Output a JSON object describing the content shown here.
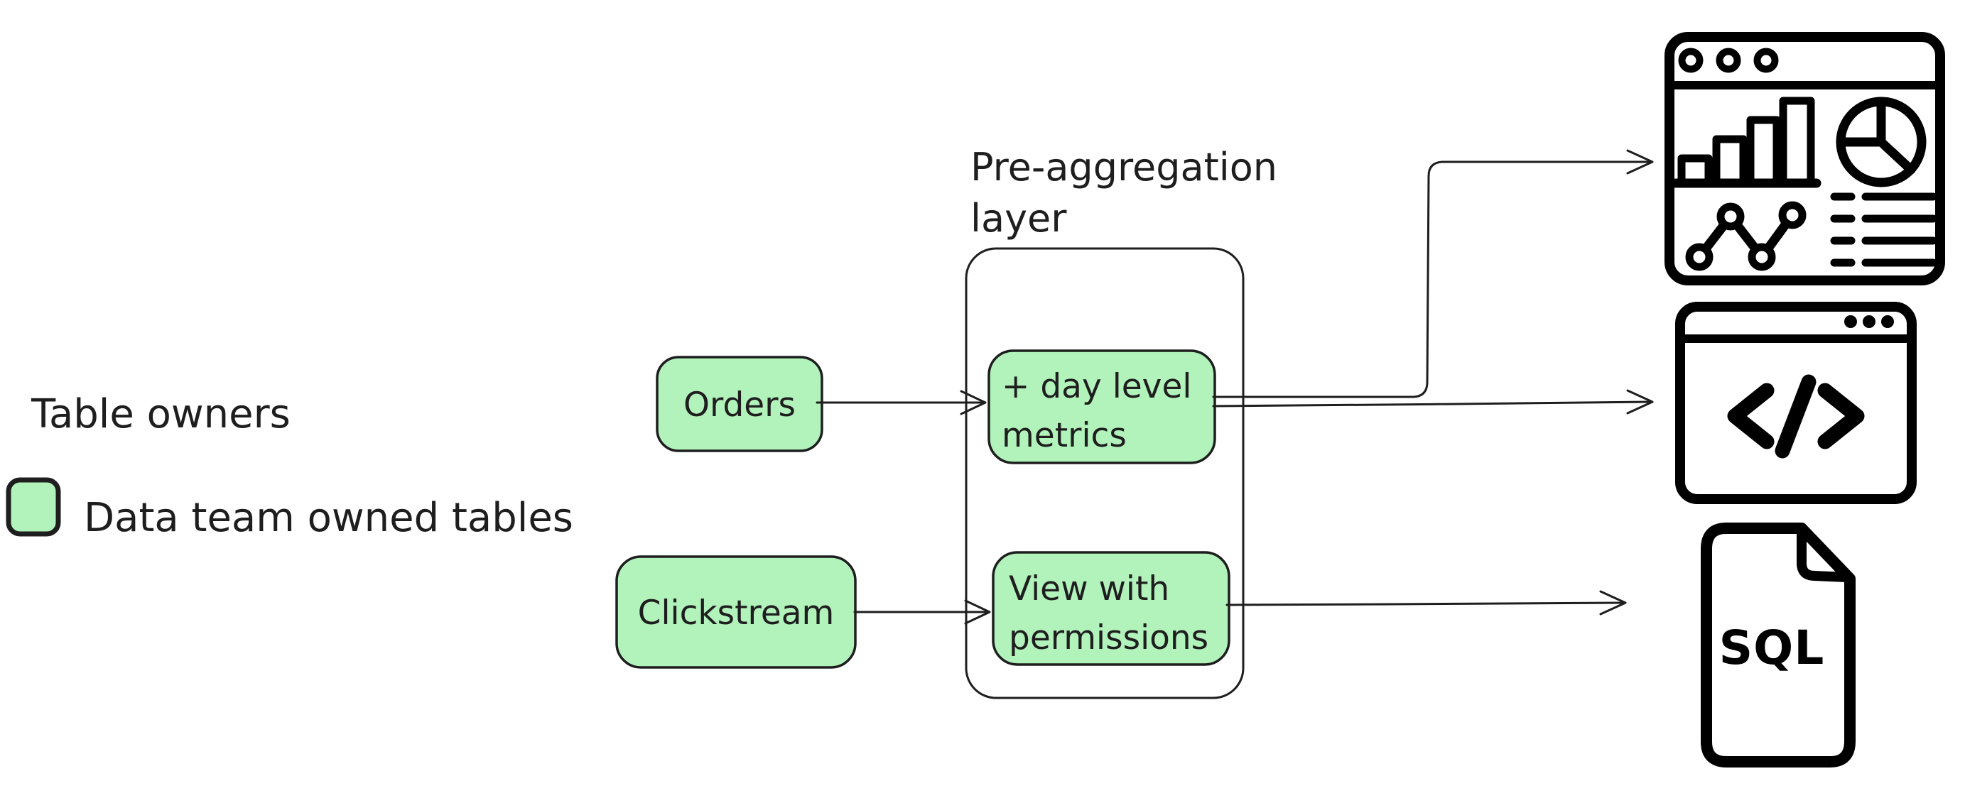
{
  "diagram": {
    "colors": {
      "background": "#ffffff",
      "node_fill_green": "#b2f2bb",
      "stroke": "#1e1e1e",
      "icon_black": "#000000"
    },
    "labels": {
      "pre_aggregation": [
        "Pre-aggregation",
        "layer"
      ],
      "table_owners": "Table owners",
      "legend_green_swatch": "Data team owned tables"
    },
    "nodes": {
      "orders": "Orders",
      "clickstream": "Clickstream",
      "day_level_metrics": [
        "+ day level",
        "metrics"
      ],
      "view_permissions": [
        "View with",
        "permissions"
      ]
    },
    "icons": {
      "dashboard": "dashboard-browser-icon",
      "code": "code-browser-icon",
      "sql_file": "sql-file-icon",
      "sql_label": "SQL"
    }
  }
}
